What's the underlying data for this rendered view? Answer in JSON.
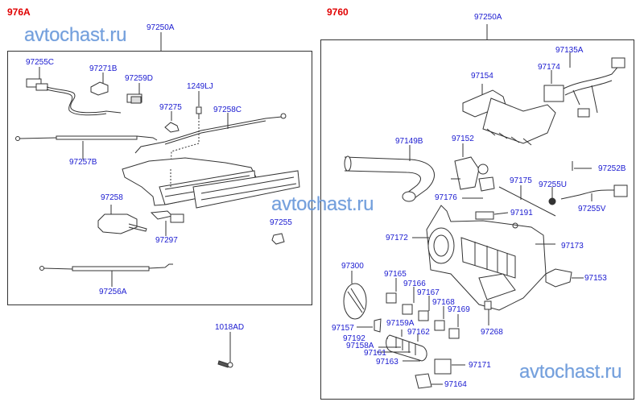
{
  "sections": {
    "left": {
      "code": "976A",
      "assembly_label": "97250A",
      "parts": {
        "p97255C": "97255C",
        "p97271B": "97271B",
        "p97259D": "97259D",
        "p1249LJ": "1249LJ",
        "p97275": "97275",
        "p97258C": "97258C",
        "p97257B": "97257B",
        "p97258": "97258",
        "p97297": "97297",
        "p97255": "97255",
        "p97256A": "97256A"
      },
      "outside_parts": {
        "p1018AD": "1018AD"
      }
    },
    "right": {
      "code": "9760",
      "assembly_label": "97250A",
      "parts": {
        "p97135A": "97135A",
        "p97174": "97174",
        "p97154": "97154",
        "p97149B": "97149B",
        "p97152": "97152",
        "p97252B": "97252B",
        "p97175": "97175",
        "p97255U": "97255U",
        "p97176": "97176",
        "p97191": "97191",
        "p97255V": "97255V",
        "p97172": "97172",
        "p97173": "97173",
        "p97300": "97300",
        "p97165": "97165",
        "p97166": "97166",
        "p97167": "97167",
        "p97168": "97168",
        "p97169": "97169",
        "p97153": "97153",
        "p97157": "97157",
        "p97159A": "97159A",
        "p97162": "97162",
        "p97192": "97192",
        "p97158A": "97158A",
        "p97161": "97161",
        "p97163": "97163",
        "p97268": "97268",
        "p97171": "97171",
        "p97164": "97164"
      }
    }
  },
  "watermarks": {
    "top_left": "avtochast.ru",
    "middle": "avtochast.ru",
    "bottom_right": "avtochast.ru"
  },
  "colors": {
    "section_code": "#e00000",
    "part_label": "#1a1ad0",
    "watermark": "#5b8fd6",
    "line_art": "#333333"
  }
}
